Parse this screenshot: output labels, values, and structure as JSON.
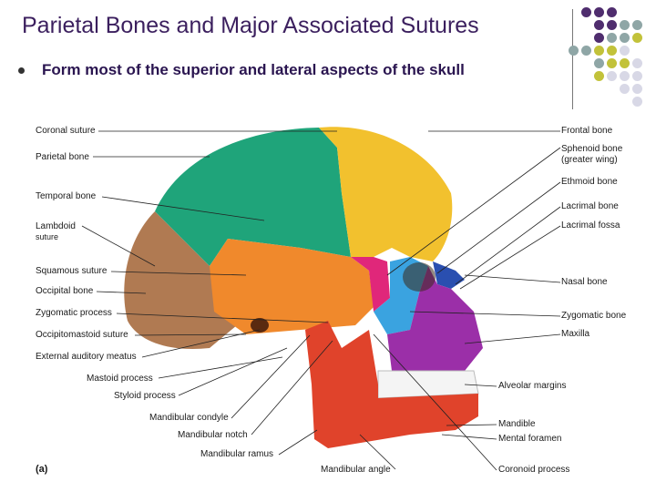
{
  "title": "Parietal Bones and Major Associated Sutures",
  "bullet": "Form most of the superior and lateral aspects of the skull",
  "figure_tag": "(a)",
  "labels_left": {
    "coronal_suture": "Coronal suture",
    "parietal_bone": "Parietal bone",
    "temporal_bone": "Temporal bone",
    "lambdoid_1": "Lambdoid",
    "lambdoid_2": "suture",
    "squamous_suture": "Squamous suture",
    "occipital_bone": "Occipital bone",
    "zygomatic_process": "Zygomatic process",
    "occipitomastoid_suture": "Occipitomastoid suture",
    "external_auditory_meatus": "External auditory meatus",
    "mastoid_process": "Mastoid process",
    "styloid_process": "Styloid process",
    "mandibular_condyle": "Mandibular condyle",
    "mandibular_notch": "Mandibular notch",
    "mandibular_ramus": "Mandibular ramus",
    "mandibular_angle": "Mandibular angle"
  },
  "labels_right": {
    "frontal_bone": "Frontal bone",
    "sphenoid_1": "Sphenoid bone",
    "sphenoid_2": "(greater wing)",
    "ethmoid_bone": "Ethmoid bone",
    "lacrimal_bone": "Lacrimal bone",
    "lacrimal_fossa": "Lacrimal fossa",
    "nasal_bone": "Nasal bone",
    "zygomatic_bone": "Zygomatic bone",
    "maxilla": "Maxilla",
    "alveolar_margins": "Alveolar margins",
    "mandible": "Mandible",
    "mental_foramen": "Mental foramen",
    "coronoid_process": "Coronoid process"
  },
  "colors": {
    "title": "#3b1f5e",
    "parietal": "#1fa47a",
    "frontal": "#f2c12e",
    "temporal": "#f0892c",
    "occipital": "#b07a52",
    "sphenoid": "#e0277a",
    "maxilla": "#9b2fa8",
    "zygomatic": "#3aa3e0",
    "nasal": "#2a4fb0",
    "mandible": "#e0432b"
  },
  "decor_dots": [
    [
      "#4f2d6e",
      "#4f2d6e",
      "#4f2d6e"
    ],
    [
      "#4f2d6e",
      "#4f2d6e",
      "#8fa6a6",
      "#8fa6a6"
    ],
    [
      "#4f2d6e",
      "#8fa6a6",
      "#8fa6a6",
      "#c2c23a"
    ],
    [
      "#8fa6a6",
      "#8fa6a6",
      "#c2c23a",
      "#c2c23a",
      "#d8d8e6"
    ],
    [
      "#8fa6a6",
      "#c2c23a",
      "#c2c23a",
      "#d8d8e6"
    ],
    [
      "#c2c23a",
      "#d8d8e6",
      "#d8d8e6",
      "#d8d8e6"
    ],
    [
      "#d8d8e6",
      "#d8d8e6"
    ],
    [
      "#d8d8e6"
    ]
  ]
}
